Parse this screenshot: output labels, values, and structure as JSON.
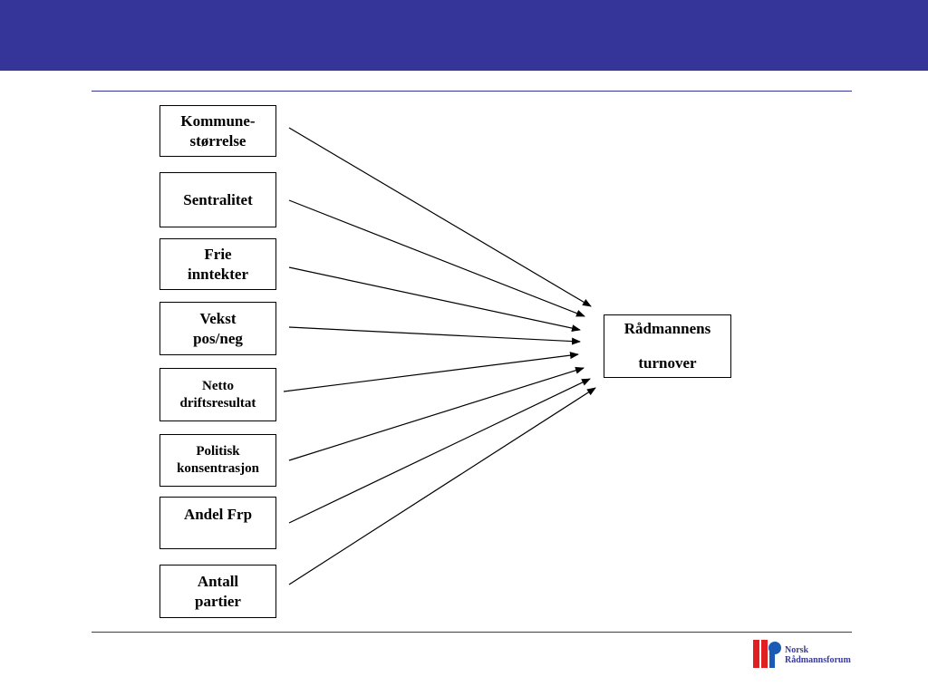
{
  "colors": {
    "header": "#353599",
    "rule": "#353599",
    "logo_red": "#e02020",
    "logo_blue": "#1a5bb5"
  },
  "inputs": [
    {
      "id": "kommunestorrelse",
      "label": "Kommune-\nstørrelse"
    },
    {
      "id": "sentralitet",
      "label": "Sentralitet"
    },
    {
      "id": "frie-inntekter",
      "label": "Frie\ninntekter"
    },
    {
      "id": "vekst",
      "label": "Vekst\npos/neg"
    },
    {
      "id": "netto-driftsresultat",
      "label": "Netto\ndriftsresultat"
    },
    {
      "id": "politisk-konsentrasjon",
      "label": "Politisk\nkonsentrasjon"
    },
    {
      "id": "andel-frp",
      "label": "Andel Frp"
    },
    {
      "id": "antall-partier",
      "label": "Antall\npartier"
    }
  ],
  "target": {
    "label": "Rådmannens\nturnover"
  },
  "logo": {
    "text": "Norsk\nRådmannsforum",
    "icon": "norsk-radmannsforum-logo"
  }
}
